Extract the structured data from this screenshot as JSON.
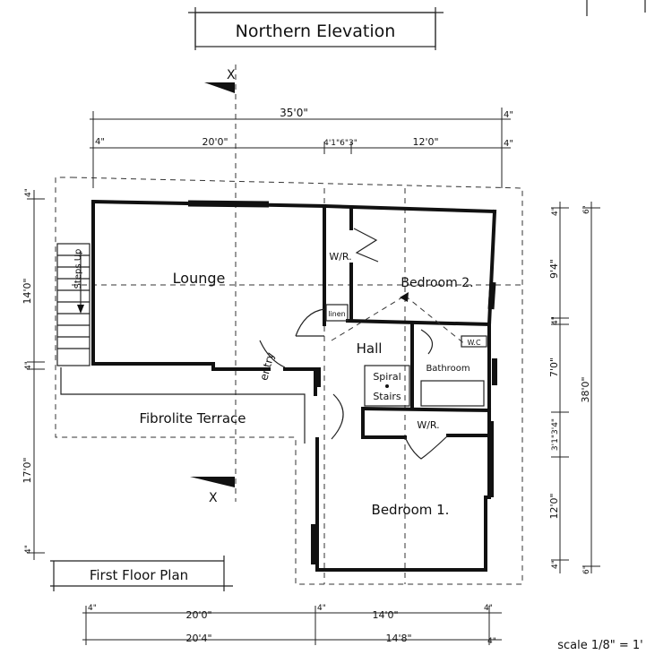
{
  "titles": {
    "elevation": "Northern Elevation",
    "plan": "First Floor Plan",
    "scale": "scale 1/8\" = 1'"
  },
  "section_marks": {
    "top": "X",
    "bottom": "X"
  },
  "rooms": {
    "lounge": "Lounge",
    "bedroom2": "Bedroom 2.",
    "bedroom1": "Bedroom 1.",
    "hall": "Hall",
    "bathroom": "Bathroom",
    "wc": "W.C",
    "spiral_stairs_1": "Spiral",
    "spiral_stairs_2": "Stairs",
    "wr_upper": "W/R.",
    "wr_lower": "W/R.",
    "linen": "linen",
    "entry": "entry",
    "terrace": "Fibrolite Terrace",
    "steps": "Steps Up"
  },
  "dimensions": {
    "top_overall": "35'0\"",
    "top_left": "20'0\"",
    "top_mid": "4'1\"6\"3\"",
    "top_right": "12'0\"",
    "top_edge_left": "4\"",
    "top_edge_right": "4\"",
    "top_edge_right2": "4\"",
    "left_upper": "14'0\"",
    "left_mid": "4\"",
    "left_lower": "17'0\"",
    "left_top": "4\"",
    "left_bottom": "4\"",
    "right_1": "4\"",
    "right_2": "9'4\"",
    "right_3": "4\"",
    "right_4": "7'0\"",
    "right_5": "3'1\"3'4\"",
    "right_6": "12'0\"",
    "right_7": "4\"",
    "right_overall": "38'0\"",
    "right_top": "6\"",
    "right_bottom": "6\"",
    "bottom_left_upper": "20'0\"",
    "bottom_right_upper": "14'0\"",
    "bottom_left_lower": "20'4\"",
    "bottom_right_lower": "14'8\"",
    "bottom_edge_1": "4\"",
    "bottom_edge_2": "4\"",
    "bottom_edge_3": "4\"",
    "bottom_edge_4": "4\""
  }
}
